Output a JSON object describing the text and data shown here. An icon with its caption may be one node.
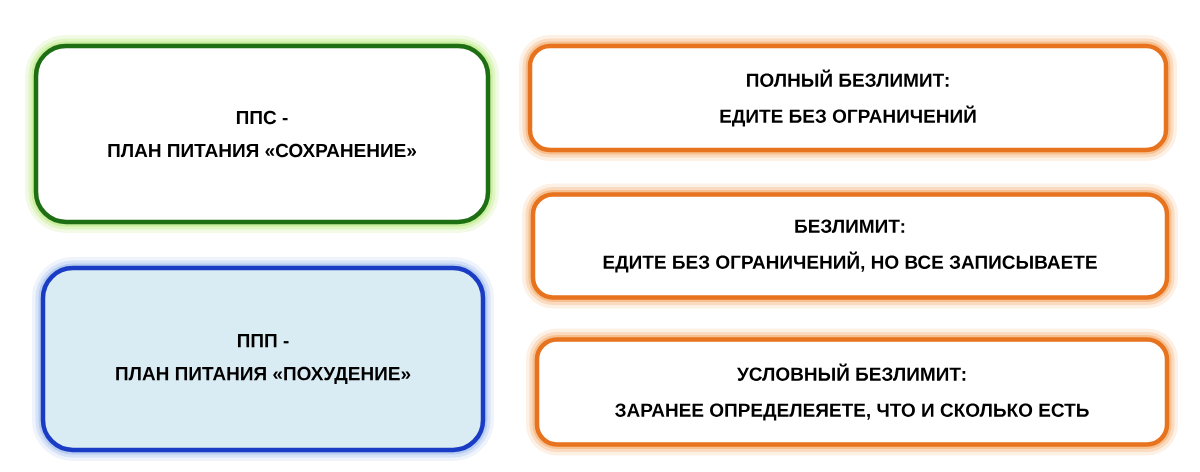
{
  "diagram": {
    "nodes": [
      {
        "text": [
          "ППС -",
          "ПЛАН ПИТАНИЯ «СОХРАНЕНИЕ»"
        ]
      },
      {
        "text": [
          "ППП -",
          "ПЛАН ПИТАНИЯ «ПОХУДЕНИЕ»"
        ]
      },
      {
        "text": [
          "ПОЛНЫЙ БЕЗЛИМИТ:",
          "ЕДИТЕ БЕЗ ОГРАНИЧЕНИЙ"
        ]
      },
      {
        "text": [
          "БЕЗЛИМИТ:",
          "ЕДИТЕ БЕЗ ОГРАНИЧЕНИЙ, НО ВСЕ ЗАПИСЫВАЕТЕ"
        ]
      },
      {
        "text": [
          "УСЛОВНЫЙ БЕЗЛИМИТ:",
          "ЗАРАНЕЕ ОПРЕДЕЛЕЯЕТЕ, ЧТО И СКОЛЬКО ЕСТЬ"
        ]
      }
    ]
  }
}
